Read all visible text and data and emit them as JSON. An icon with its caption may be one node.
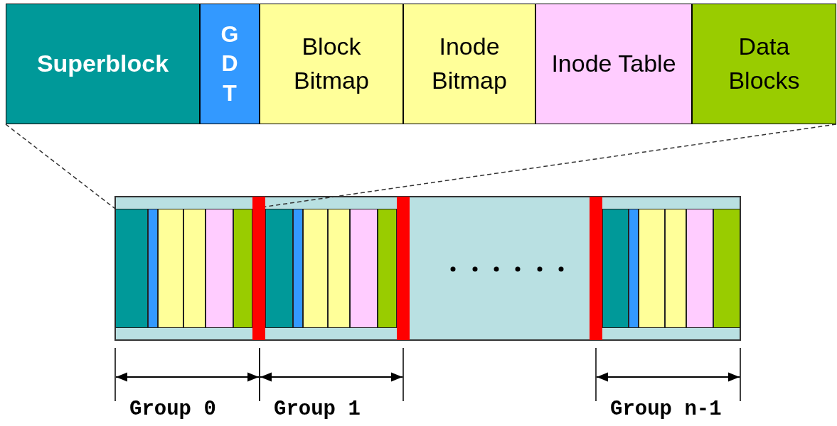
{
  "diagram": {
    "nodes": [
      {
        "text": [
          "Superblock"
        ]
      },
      {
        "text": [
          "GDT"
        ]
      },
      {
        "text": [
          "Block Bitmap"
        ]
      },
      {
        "text": [
          "Inode Bitmap"
        ]
      },
      {
        "text": [
          "Inode Table"
        ]
      },
      {
        "text": [
          "Data Blocks"
        ]
      },
      {
        "text": [],
        "shape": "box"
      },
      {
        "text": [],
        "shape": "box"
      },
      {
        "text": [],
        "shape": "box"
      },
      {
        "text": [],
        "shape": "box"
      },
      {
        "text": [],
        "shape": "box"
      },
      {
        "text": [],
        "shape": "box"
      },
      {
        "text": [],
        "shape": "box"
      },
      {
        "text": [],
        "shape": "box"
      },
      {
        "text": [],
        "shape": "box"
      },
      {
        "text": [],
        "shape": "box"
      },
      {
        "text": [],
        "shape": "box"
      },
      {
        "text": [],
        "shape": "box"
      },
      {
        "text": [],
        "shape": "box"
      },
      {
        "text": [],
        "shape": "box"
      },
      {
        "text": [],
        "shape": "box"
      },
      {
        "text": [],
        "shape": "box"
      },
      {
        "text": [],
        "shape": "box"
      },
      {
        "text": [],
        "shape": "box"
      },
      {
        "text": [],
        "shape": "bar"
      },
      {
        "text": [],
        "shape": "bar"
      },
      {
        "text": [],
        "shape": "bar"
      }
    ],
    "edges": [
      {
        "from": 0,
        "to": 6,
        "arrow": "none",
        "style": "dashed"
      },
      {
        "from": 5,
        "to": 24,
        "arrow": "none",
        "style": "dashed"
      }
    ],
    "labels": [
      "Group 0",
      "Group 1",
      "Group n-1"
    ]
  }
}
